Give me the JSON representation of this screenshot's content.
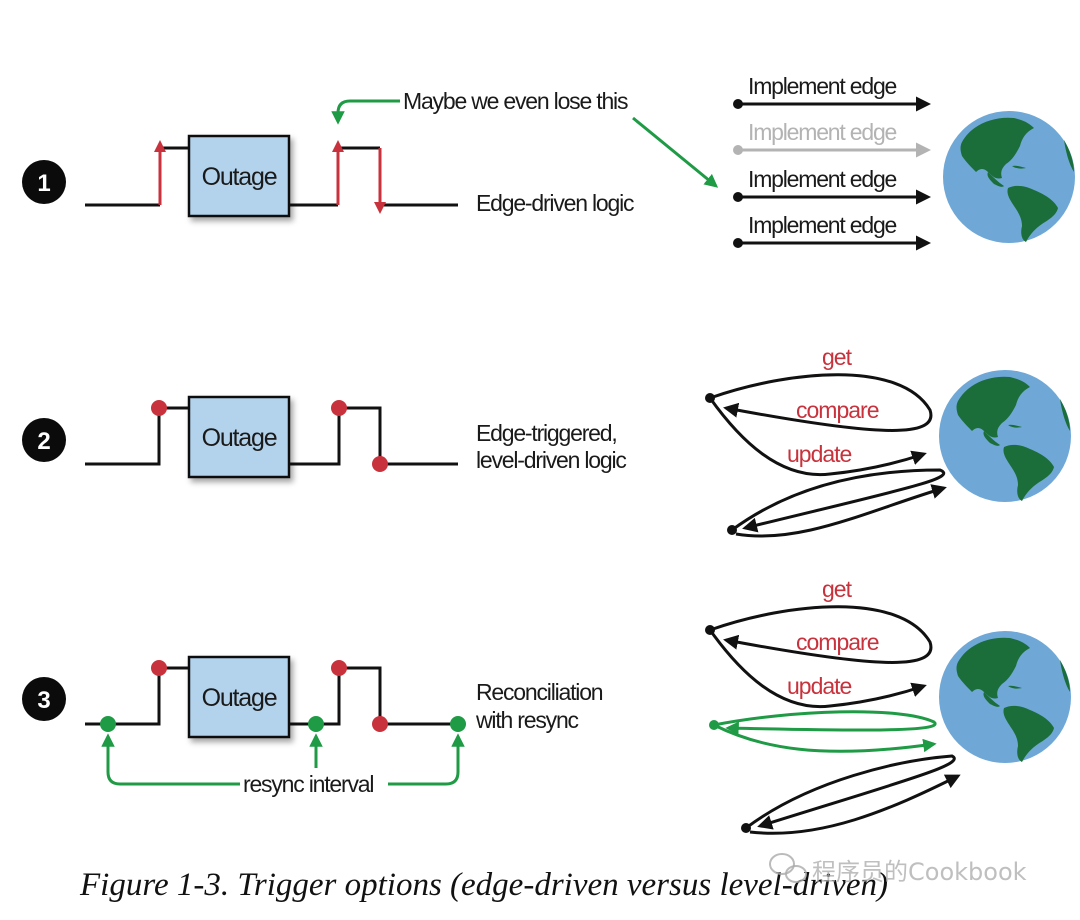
{
  "figure": {
    "caption": "Figure 1-3. Trigger options (edge-driven versus level-driven)",
    "watermark": "程序员的Cookbook",
    "colors": {
      "edge_red": "#c8323c",
      "resync_green": "#1f9a45",
      "outage_fill": "#b3d3ec",
      "globe_ocean": "#6fa8d6",
      "globe_land": "#1b6e3a",
      "line_black": "#111111",
      "lost_gray": "#b3b3b3"
    }
  },
  "rows": [
    {
      "number": "1",
      "outage_label": "Outage",
      "description": [
        "Edge-driven logic"
      ],
      "annotation": "Maybe we even lose this",
      "events": [
        {
          "label": "Implement edge",
          "lost": false
        },
        {
          "label": "Implement edge",
          "lost": true
        },
        {
          "label": "Implement edge",
          "lost": false
        },
        {
          "label": "Implement edge",
          "lost": false
        }
      ]
    },
    {
      "number": "2",
      "outage_label": "Outage",
      "description": [
        "Edge-triggered,",
        "level-driven logic"
      ],
      "loop_labels": {
        "get": "get",
        "compare": "compare",
        "update": "update"
      }
    },
    {
      "number": "3",
      "outage_label": "Outage",
      "description": [
        "Reconciliation",
        "with resync"
      ],
      "resync_label": "resync interval",
      "loop_labels": {
        "get": "get",
        "compare": "compare",
        "update": "update"
      }
    }
  ]
}
